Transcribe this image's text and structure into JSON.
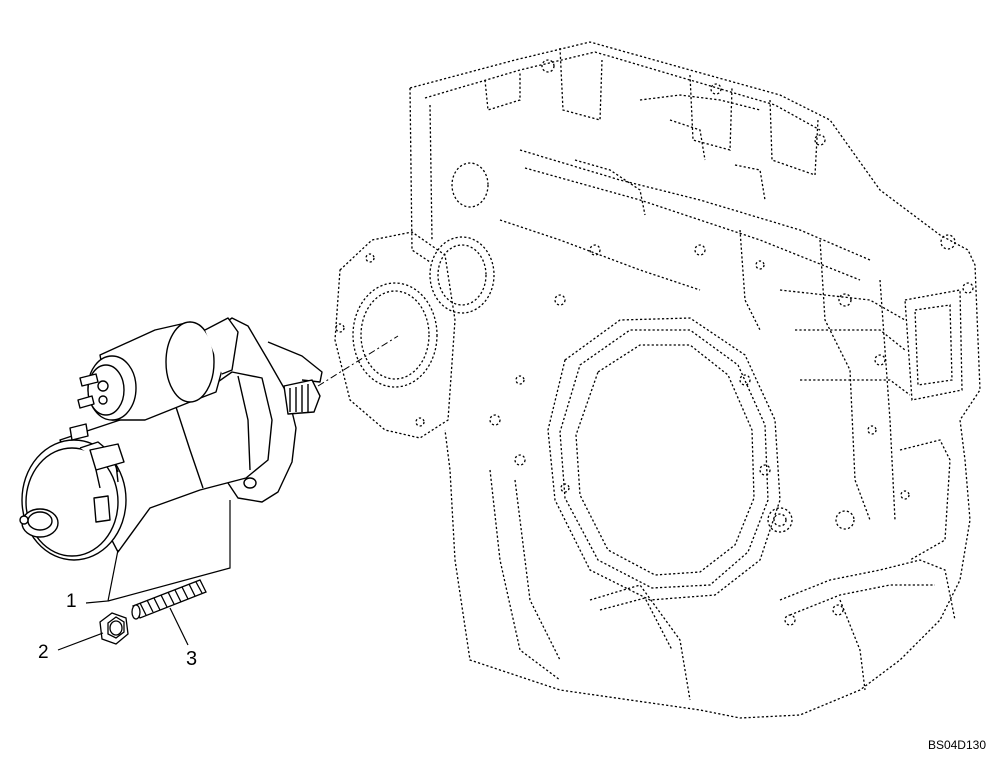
{
  "callouts": {
    "item1": "1",
    "item2": "2",
    "item3": "3"
  },
  "figure_code": "BS04D130",
  "colors": {
    "line": "#000000",
    "background": "#ffffff"
  }
}
